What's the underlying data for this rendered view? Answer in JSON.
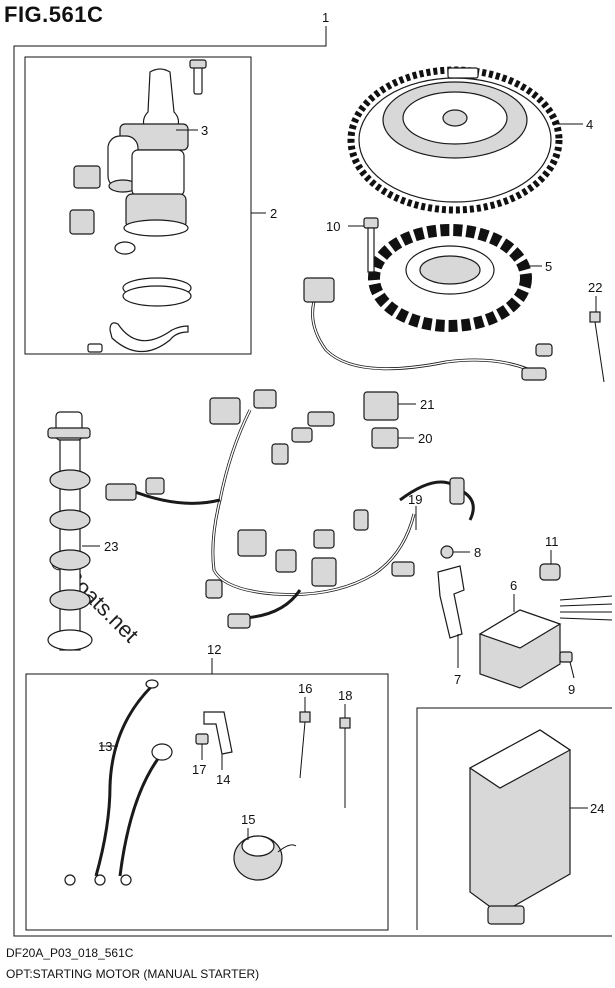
{
  "figure": {
    "title": "FIG.561C",
    "code": "DF20A_P03_018_561C",
    "description": "OPT:STARTING MOTOR (MANUAL STARTER)",
    "watermark": "© Boats.net"
  },
  "callouts": [
    {
      "id": "c1",
      "label": "1"
    },
    {
      "id": "c2",
      "label": "2"
    },
    {
      "id": "c3",
      "label": "3"
    },
    {
      "id": "c4",
      "label": "4"
    },
    {
      "id": "c5",
      "label": "5"
    },
    {
      "id": "c6",
      "label": "6"
    },
    {
      "id": "c7",
      "label": "7"
    },
    {
      "id": "c8",
      "label": "8"
    },
    {
      "id": "c9",
      "label": "9"
    },
    {
      "id": "c10",
      "label": "10"
    },
    {
      "id": "c11",
      "label": "11"
    },
    {
      "id": "c12",
      "label": "12"
    },
    {
      "id": "c13",
      "label": "13"
    },
    {
      "id": "c14",
      "label": "14"
    },
    {
      "id": "c15",
      "label": "15"
    },
    {
      "id": "c16",
      "label": "16"
    },
    {
      "id": "c17",
      "label": "17"
    },
    {
      "id": "c18",
      "label": "18"
    },
    {
      "id": "c19",
      "label": "19"
    },
    {
      "id": "c20",
      "label": "20"
    },
    {
      "id": "c21",
      "label": "21"
    },
    {
      "id": "c22",
      "label": "22"
    },
    {
      "id": "c23",
      "label": "23"
    },
    {
      "id": "c24",
      "label": "24"
    }
  ]
}
